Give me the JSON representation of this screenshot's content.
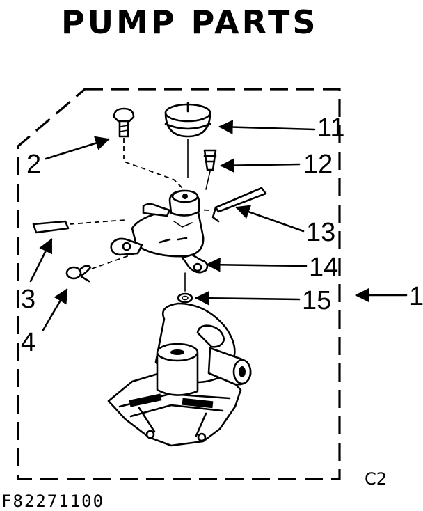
{
  "title": "PUMP PARTS",
  "callouts": {
    "c1": "1",
    "c2": "2",
    "c3": "3",
    "c4": "4",
    "c11": "11",
    "c12": "12",
    "c13": "13",
    "c14": "14",
    "c15": "15"
  },
  "footer": {
    "part_code": "F82271100",
    "corner_code": "C2"
  }
}
